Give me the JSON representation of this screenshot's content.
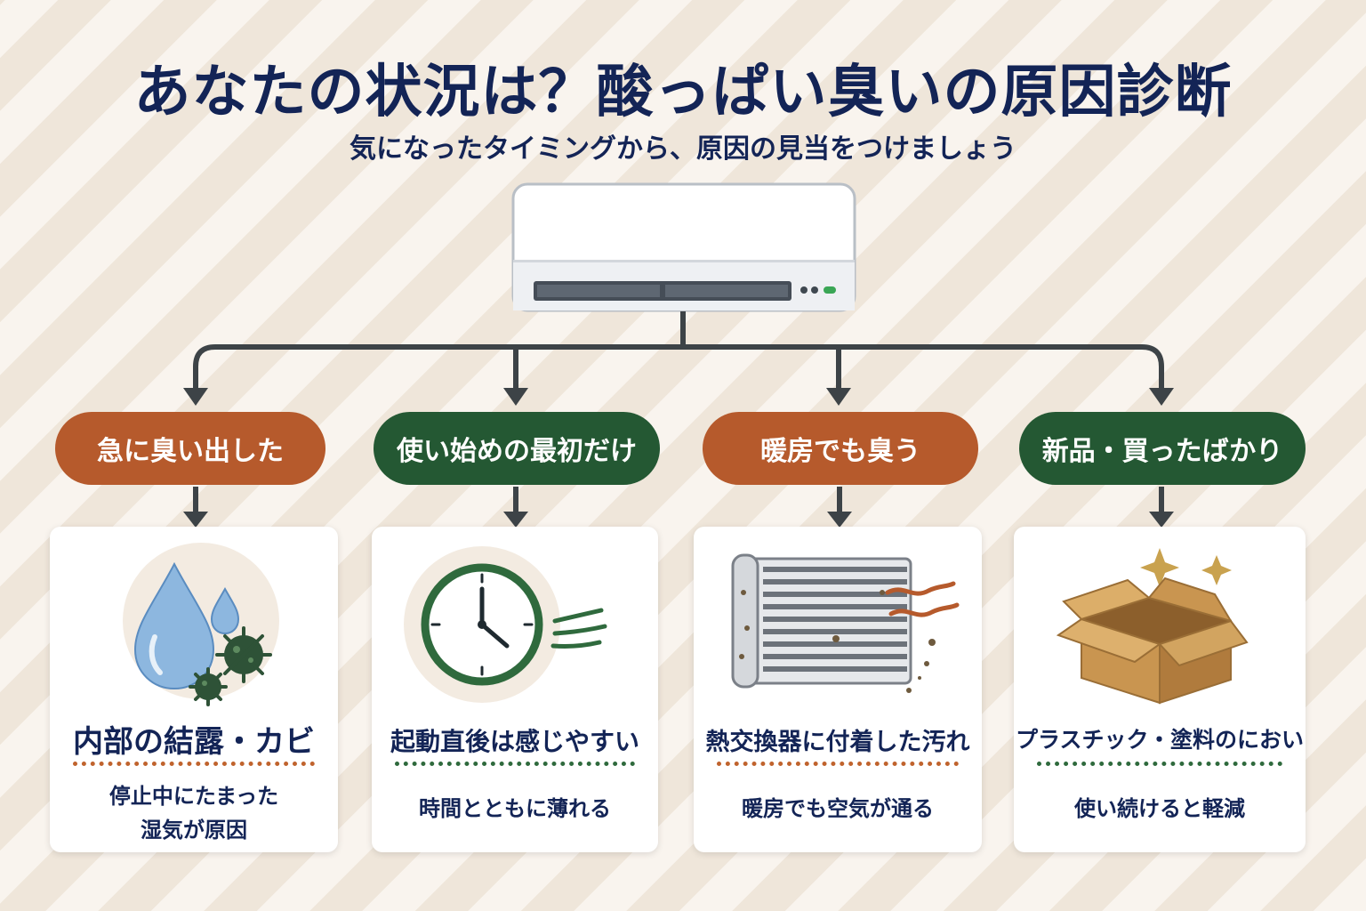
{
  "title": "あなたの状況は？酸っぱい臭いの原因診断",
  "subtitle": "気になったタイミングから、原因の見当をつけましょう",
  "colors": {
    "navy": "#132456",
    "orange": "#b65a2c",
    "green": "#245833",
    "connector": "#3d4347"
  },
  "branches": [
    {
      "label": "急に臭い出した",
      "pill_color": "orange",
      "icon": "water-drop-mold-icon",
      "result": "内部の結露・カビ",
      "desc_line1": "停止中にたまった",
      "desc_line2": "湿気が原因"
    },
    {
      "label": "使い始めの最初だけ",
      "pill_color": "green",
      "icon": "clock-icon",
      "result": "起動直後は感じやすい",
      "desc_line1": "時間とともに薄れる",
      "desc_line2": ""
    },
    {
      "label": "暖房でも臭う",
      "pill_color": "orange",
      "icon": "heat-exchanger-icon",
      "result": "熱交換器に付着した汚れ",
      "desc_line1": "暖房でも空気が通る",
      "desc_line2": ""
    },
    {
      "label": "新品・買ったばかり",
      "pill_color": "green",
      "icon": "new-box-icon",
      "result": "プラスチック・塗料のにおい",
      "desc_line1": "使い続けると軽減",
      "desc_line2": ""
    }
  ]
}
